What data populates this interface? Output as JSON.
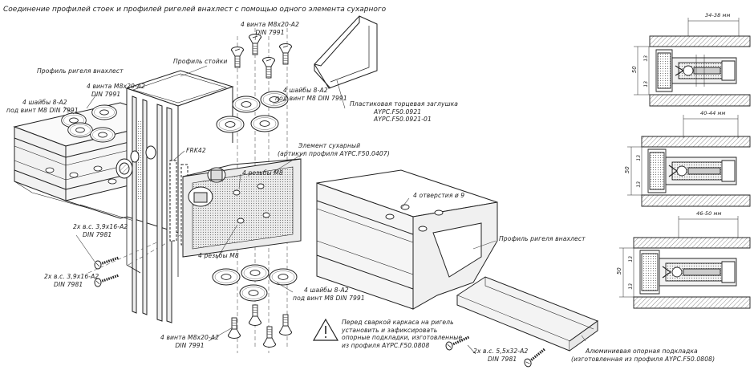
{
  "title": "Соединение профилей стоек и профилей ригелей внахлест с помощью одного элемента сухарного",
  "labels": {
    "screws_top": [
      "4 винта M8x20-A2",
      "DIN 7991"
    ],
    "stoika": "Профиль стойки",
    "rigel_left": "Профиль ригеля внахлест",
    "screws_left": [
      "4 винта M8x20-A2",
      "DIN 7991"
    ],
    "washers_left": [
      "4 шайбы 8-A2",
      "под винт M8 DIN 7991"
    ],
    "washers_top": [
      "4 шайбы 8-A2",
      "под винт M8 DIN 7991"
    ],
    "cap": [
      "Пластиковая торцевая заглушка",
      "AYPC.F50.0921",
      "AYPC.F50.0921-01"
    ],
    "element": [
      "Элемент сухарный",
      "(артикул профиля AYPC.F50.0407)"
    ],
    "frk": "FRK42",
    "thread_top": "4 резьбы M8",
    "holes": "4 отверстия ø 9",
    "thread_bottom": "4 резьбы M8",
    "rigel_right": "Профиль ригеля внахлест",
    "screw_a": [
      "2x в.с. 3,9x16-A2",
      "DIN 7981"
    ],
    "screw_b": [
      "2x в.с. 3,9x16-A2",
      "DIN 7981"
    ],
    "washers_bottom": [
      "4 шайбы 8-A2",
      "под винт M8 DIN 7991"
    ],
    "screws_bottom": [
      "4 винта M8x20-A2",
      "DIN 7991"
    ],
    "warning": [
      "Перед сваркой каркаса на ригель",
      "установить и зафиксировать",
      "опорные подкладки, изготовленные",
      "из профиля AYPC.F50.0808"
    ],
    "screw_c": [
      "2x в.с. 5,5x32-A2",
      "DIN 7981"
    ],
    "support": [
      "Алюминиевая опорная подкладка",
      "(изготовленная из профиля AYPC.F50.0808)"
    ]
  },
  "sections": [
    {
      "width_label": "34-38 мм",
      "h50": "50",
      "h13a": "13",
      "h13b": "13"
    },
    {
      "width_label": "40-44 мм",
      "h50": "50",
      "h13a": "13",
      "h13b": "13"
    },
    {
      "width_label": "46-50 мм",
      "h50": "50",
      "h13a": "13",
      "h13b": "13"
    }
  ],
  "icons": [
    "warning-icon"
  ]
}
